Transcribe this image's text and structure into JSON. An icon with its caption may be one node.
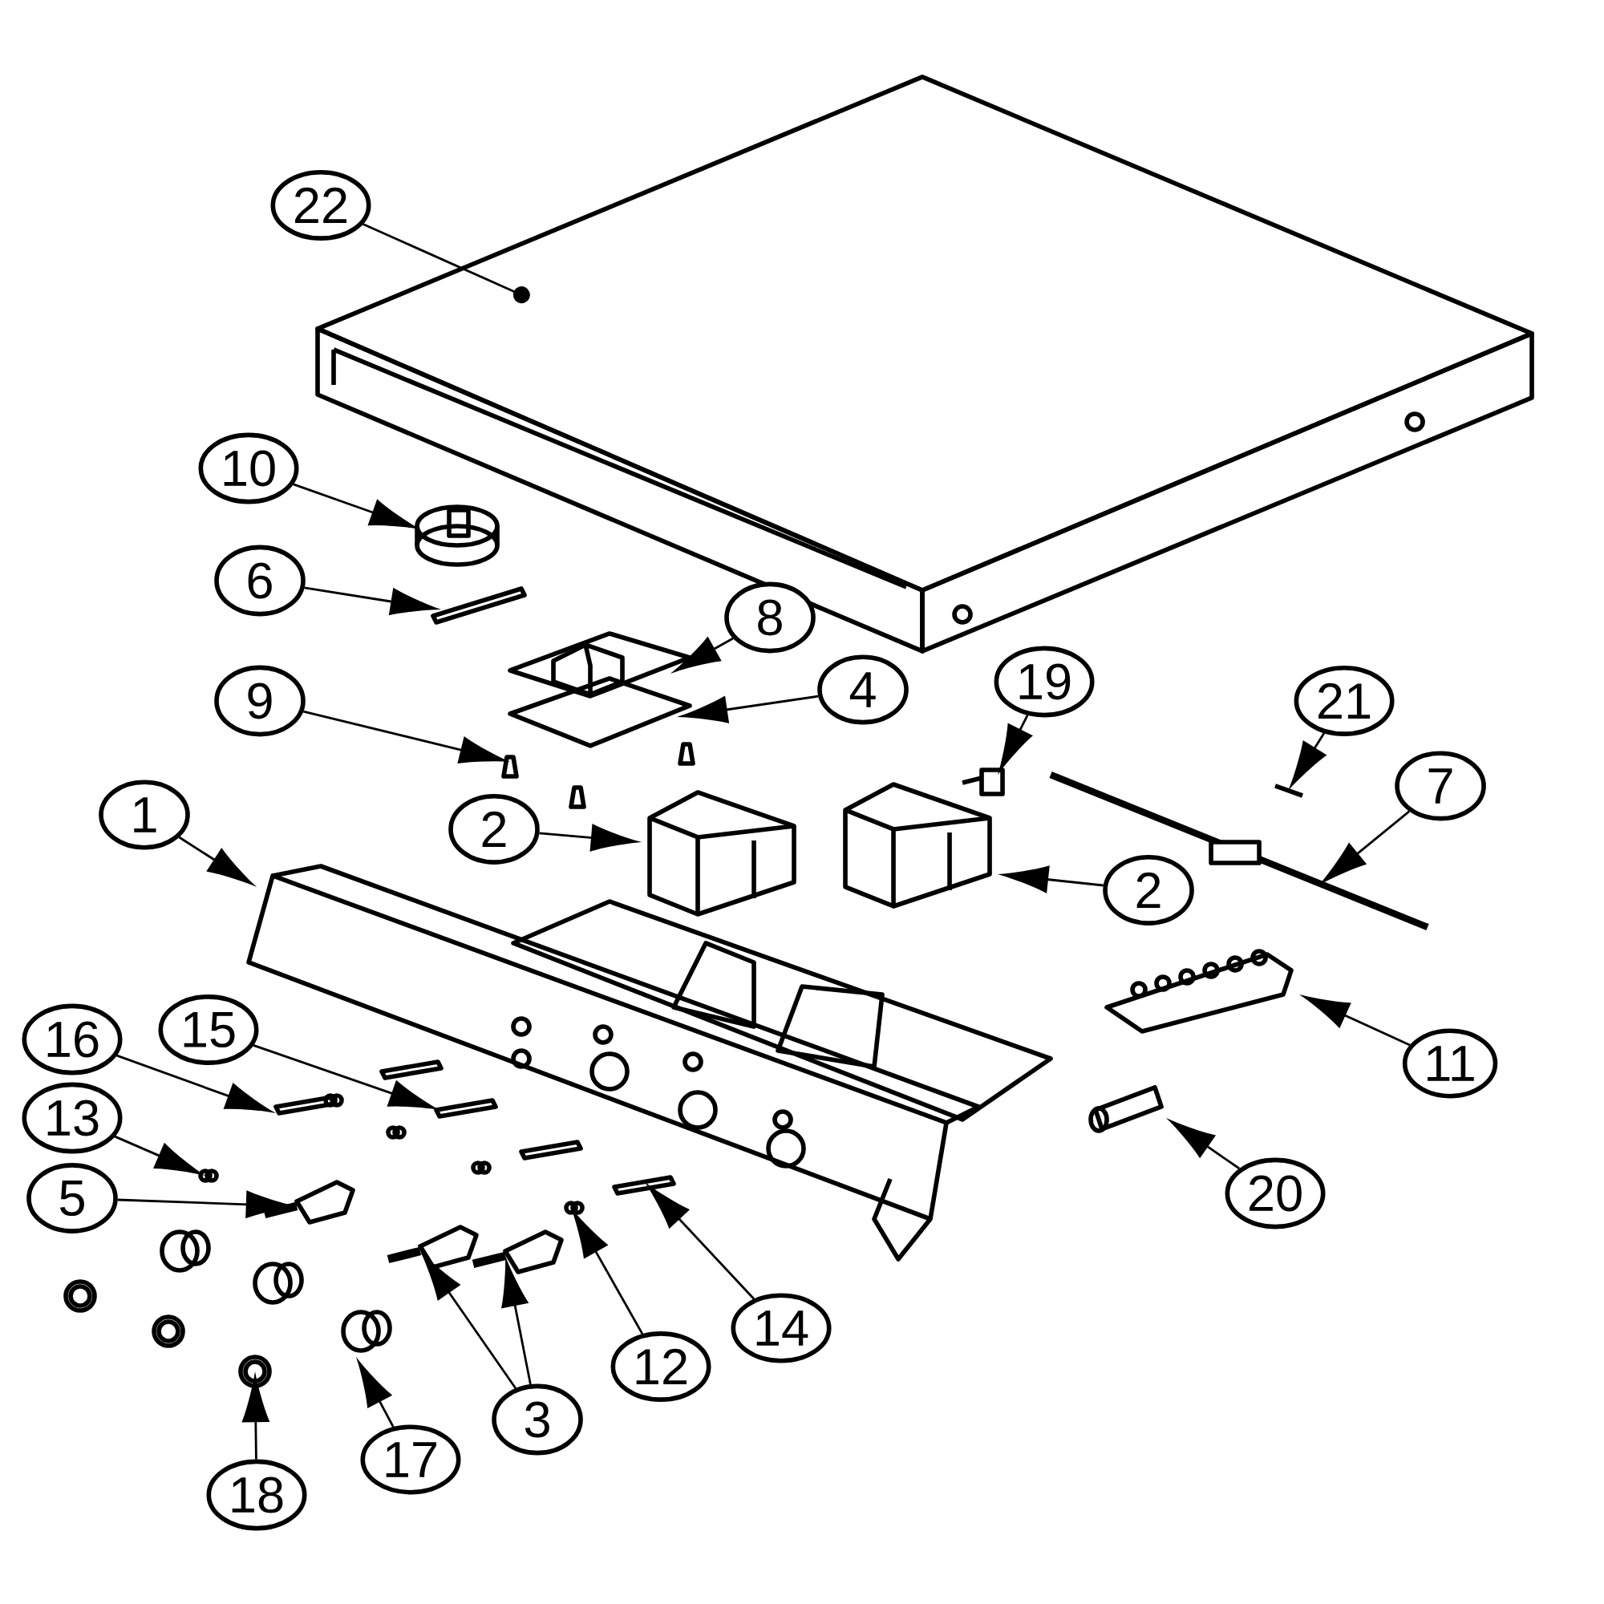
{
  "diagram": {
    "nodes": [
      {
        "text": [
          "22"
        ]
      },
      {
        "text": [
          "10"
        ]
      },
      {
        "text": [
          "6"
        ]
      },
      {
        "text": [
          "8"
        ]
      },
      {
        "text": [
          "9"
        ]
      },
      {
        "text": [
          "4"
        ]
      },
      {
        "text": [
          "19"
        ]
      },
      {
        "text": [
          "21"
        ]
      },
      {
        "text": [
          "1"
        ]
      },
      {
        "text": [
          "2"
        ]
      },
      {
        "text": [
          "7"
        ]
      },
      {
        "text": [
          "2"
        ]
      },
      {
        "text": [
          "11"
        ]
      },
      {
        "text": [
          "16"
        ]
      },
      {
        "text": [
          "15"
        ]
      },
      {
        "text": [
          "13"
        ]
      },
      {
        "text": [
          "5"
        ]
      },
      {
        "text": [
          "20"
        ]
      },
      {
        "text": [
          "14"
        ]
      },
      {
        "text": [
          "12"
        ]
      },
      {
        "text": [
          "3"
        ]
      },
      {
        "text": [
          "17"
        ]
      },
      {
        "text": [
          "18"
        ]
      }
    ],
    "edges": [
      {
        "from": 0,
        "to": null,
        "arrow": "other"
      },
      {
        "from": 1,
        "to": null,
        "arrow": "to"
      },
      {
        "from": 2,
        "to": null,
        "arrow": "to"
      },
      {
        "from": 3,
        "to": null,
        "arrow": "to"
      },
      {
        "from": 4,
        "to": null,
        "arrow": "to"
      },
      {
        "from": 5,
        "to": null,
        "arrow": "to"
      },
      {
        "from": 6,
        "to": null,
        "arrow": "to"
      },
      {
        "from": 7,
        "to": null,
        "arrow": "to"
      },
      {
        "from": 8,
        "to": null,
        "arrow": "to"
      },
      {
        "from": 9,
        "to": null,
        "arrow": "to"
      },
      {
        "from": 10,
        "to": null,
        "arrow": "to"
      },
      {
        "from": 11,
        "to": null,
        "arrow": "to"
      },
      {
        "from": 12,
        "to": null,
        "arrow": "to"
      },
      {
        "from": 13,
        "to": null,
        "arrow": "to"
      },
      {
        "from": 14,
        "to": null,
        "arrow": "to"
      },
      {
        "from": 15,
        "to": null,
        "arrow": "to"
      },
      {
        "from": 16,
        "to": null,
        "arrow": "to"
      },
      {
        "from": 17,
        "to": null,
        "arrow": "to"
      },
      {
        "from": 18,
        "to": null,
        "arrow": "to"
      },
      {
        "from": 19,
        "to": null,
        "arrow": "to"
      },
      {
        "from": 20,
        "to": null,
        "arrow": "to"
      },
      {
        "from": 20,
        "to": null,
        "arrow": "to"
      },
      {
        "from": 21,
        "to": null,
        "arrow": "to"
      },
      {
        "from": 22,
        "to": null,
        "arrow": "to"
      }
    ]
  }
}
